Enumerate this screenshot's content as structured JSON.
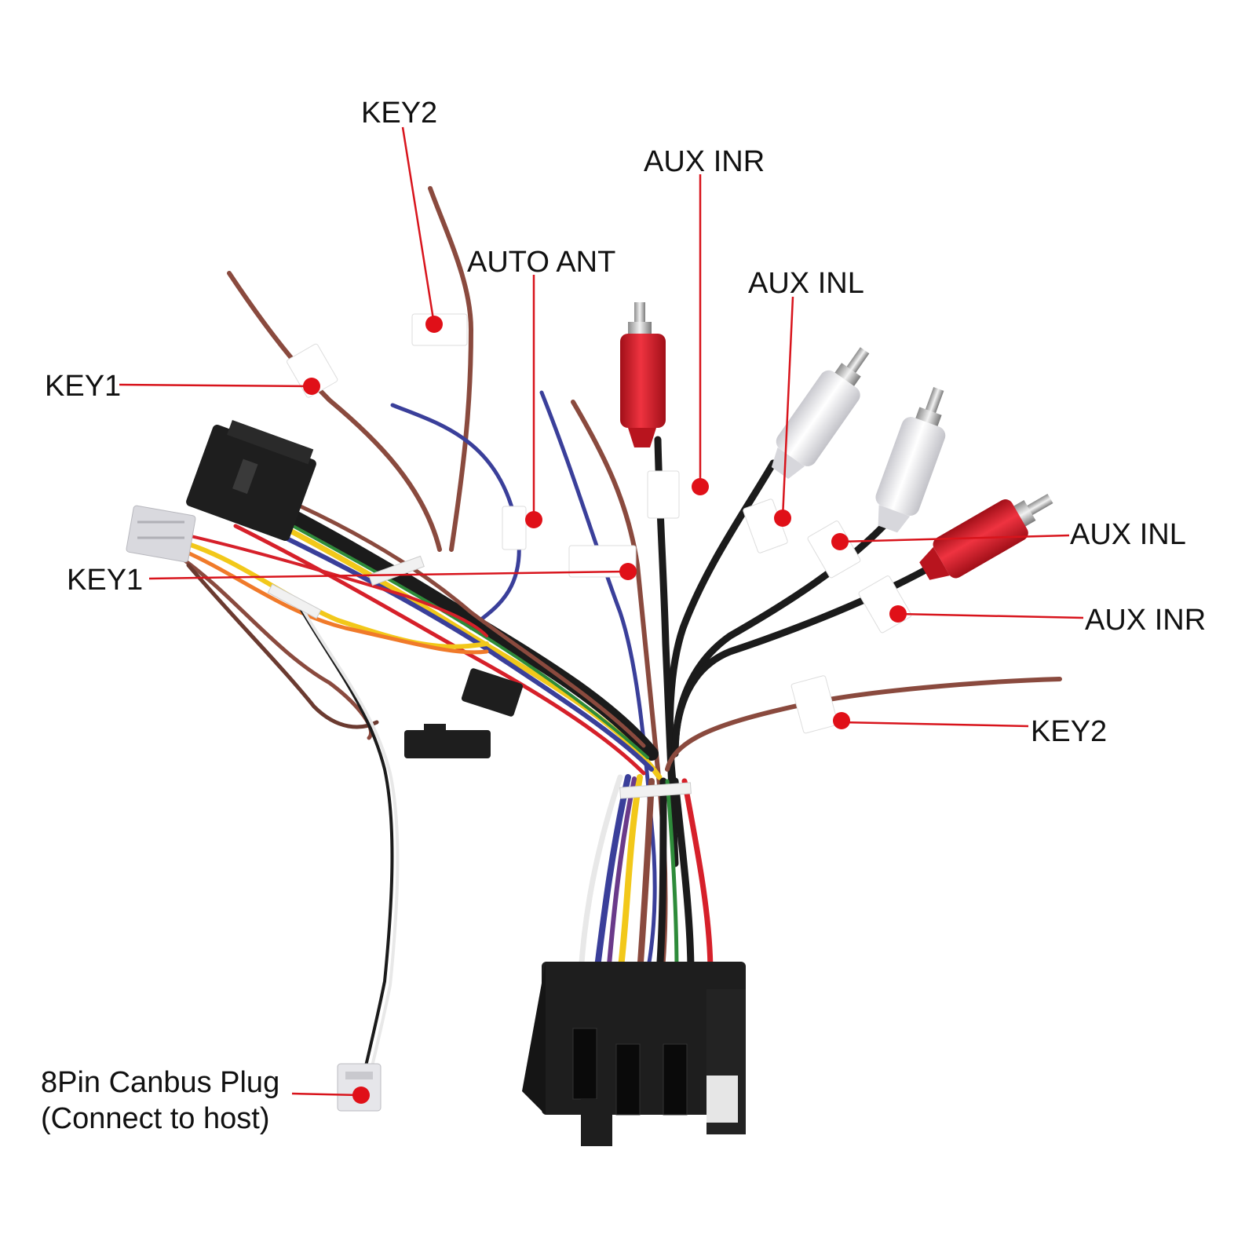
{
  "labels": {
    "key2_top": "KEY2",
    "aux_inr_top": "AUX INR",
    "auto_ant": "AUTO ANT",
    "aux_inl_top": "AUX INL",
    "key1_left_top": "KEY1",
    "key1_left_mid": "KEY1",
    "aux_inl_right": "AUX INL",
    "aux_inr_right": "AUX INR",
    "key2_right": "KEY2",
    "canbus_line1": "8Pin Canbus Plug",
    "canbus_line2": "(Connect to host)"
  },
  "colors": {
    "callout_line": "#d8141c",
    "callout_dot": "#e01018",
    "wire_brown": "#8a4a3e",
    "wire_black": "#1b1b1b",
    "wire_blue": "#3a3f9a",
    "wire_yellow": "#f2c81a",
    "wire_orange": "#f07a2a",
    "wire_red": "#d6202a",
    "wire_white": "#e8e8e8",
    "rca_red": "#d81d2a",
    "rca_white": "#ececec",
    "connector_black": "#1e1e1e",
    "connector_white": "#d9d9de"
  },
  "icons": {
    "rca_plug": "rca-plug-icon",
    "iso_connector": "iso-connector-icon",
    "canbus_plug": "canbus-plug-icon"
  }
}
